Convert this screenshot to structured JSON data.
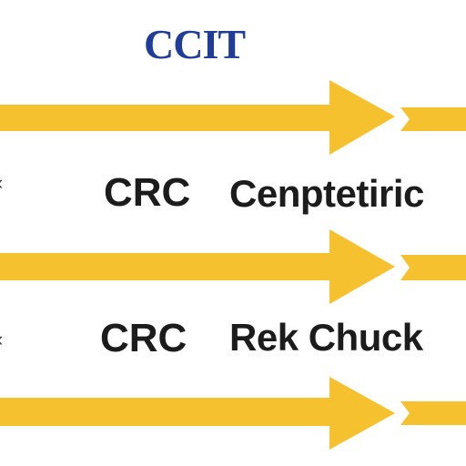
{
  "title": "CCIT",
  "colors": {
    "title": "#1f3d99",
    "arrow": "#f6c12e",
    "arrow_outline": "#eab21a",
    "text": "#1c1c1c",
    "background": "#ffffff"
  },
  "rows": [
    {
      "left": "CRC",
      "right": "Cenptetiric"
    },
    {
      "left": "CRC",
      "right": "Rek Chuck"
    }
  ],
  "arrows": [
    {
      "name": "arrow-1",
      "direction": "right"
    },
    {
      "name": "arrow-2",
      "direction": "right"
    },
    {
      "name": "arrow-3",
      "direction": "right"
    }
  ]
}
